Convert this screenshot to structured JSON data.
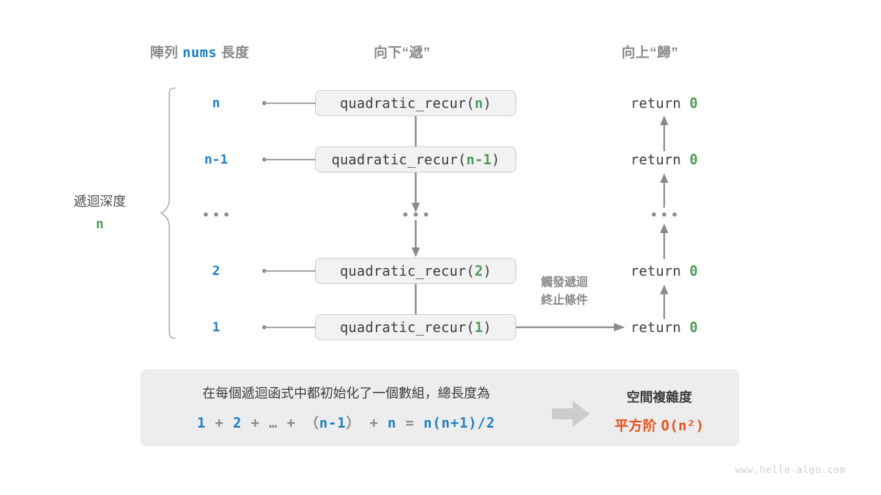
{
  "headers": {
    "left": {
      "prefix": "陣列",
      "code": "nums",
      "suffix": "長度"
    },
    "middle": "向下“遞”",
    "right": "向上“歸”"
  },
  "depth": {
    "label": "遞迴深度",
    "value": "n"
  },
  "rows": [
    {
      "size": "n",
      "call_prefix": "quadratic_recur(",
      "arg": "n",
      "call_suffix": ")",
      "ret_prefix": "return ",
      "ret_value": "0"
    },
    {
      "size": "n-1",
      "call_prefix": "quadratic_recur(",
      "arg": "n-1",
      "call_suffix": ")",
      "ret_prefix": "return ",
      "ret_value": "0"
    },
    {
      "size": "...",
      "call_prefix": "...",
      "arg": "",
      "call_suffix": "",
      "ret_prefix": "...",
      "ret_value": ""
    },
    {
      "size": "2",
      "call_prefix": "quadratic_recur(",
      "arg": "2",
      "call_suffix": ")",
      "ret_prefix": "return ",
      "ret_value": "0"
    },
    {
      "size": "1",
      "call_prefix": "quadratic_recur(",
      "arg": "1",
      "call_suffix": ")",
      "ret_prefix": "return ",
      "ret_value": "0"
    }
  ],
  "terminate_note": {
    "line1": "觸發遞迴",
    "line2": "終止條件"
  },
  "panel": {
    "text": "在每個遞迴函式中都初始化了一個數組，總長度為",
    "formula": {
      "t1": "1",
      "op1": "+",
      "t2": "2",
      "op2": "+",
      "ellipsis": "…",
      "op3": "+",
      "lparen": "（",
      "t3": "n-1",
      "rparen": "）",
      "op4": "+",
      "t4": "n",
      "eq": "=",
      "result": "n(n+1)/2"
    },
    "result_title": "空間複雜度",
    "result_value_prefix": "平方阶",
    "result_value_code": "O(n²)"
  },
  "watermark": "www.hello-algo.com",
  "colors": {
    "blue": "#1e80c8",
    "green": "#4e9a59",
    "orange": "#e8521b",
    "gray_text": "#8a8a8a",
    "dark_text": "#3c3c3c",
    "box_fill": "#f2f2f2",
    "box_border": "#c9c9c9",
    "panel_fill": "#ededed",
    "arrow": "#8a8a8a"
  }
}
